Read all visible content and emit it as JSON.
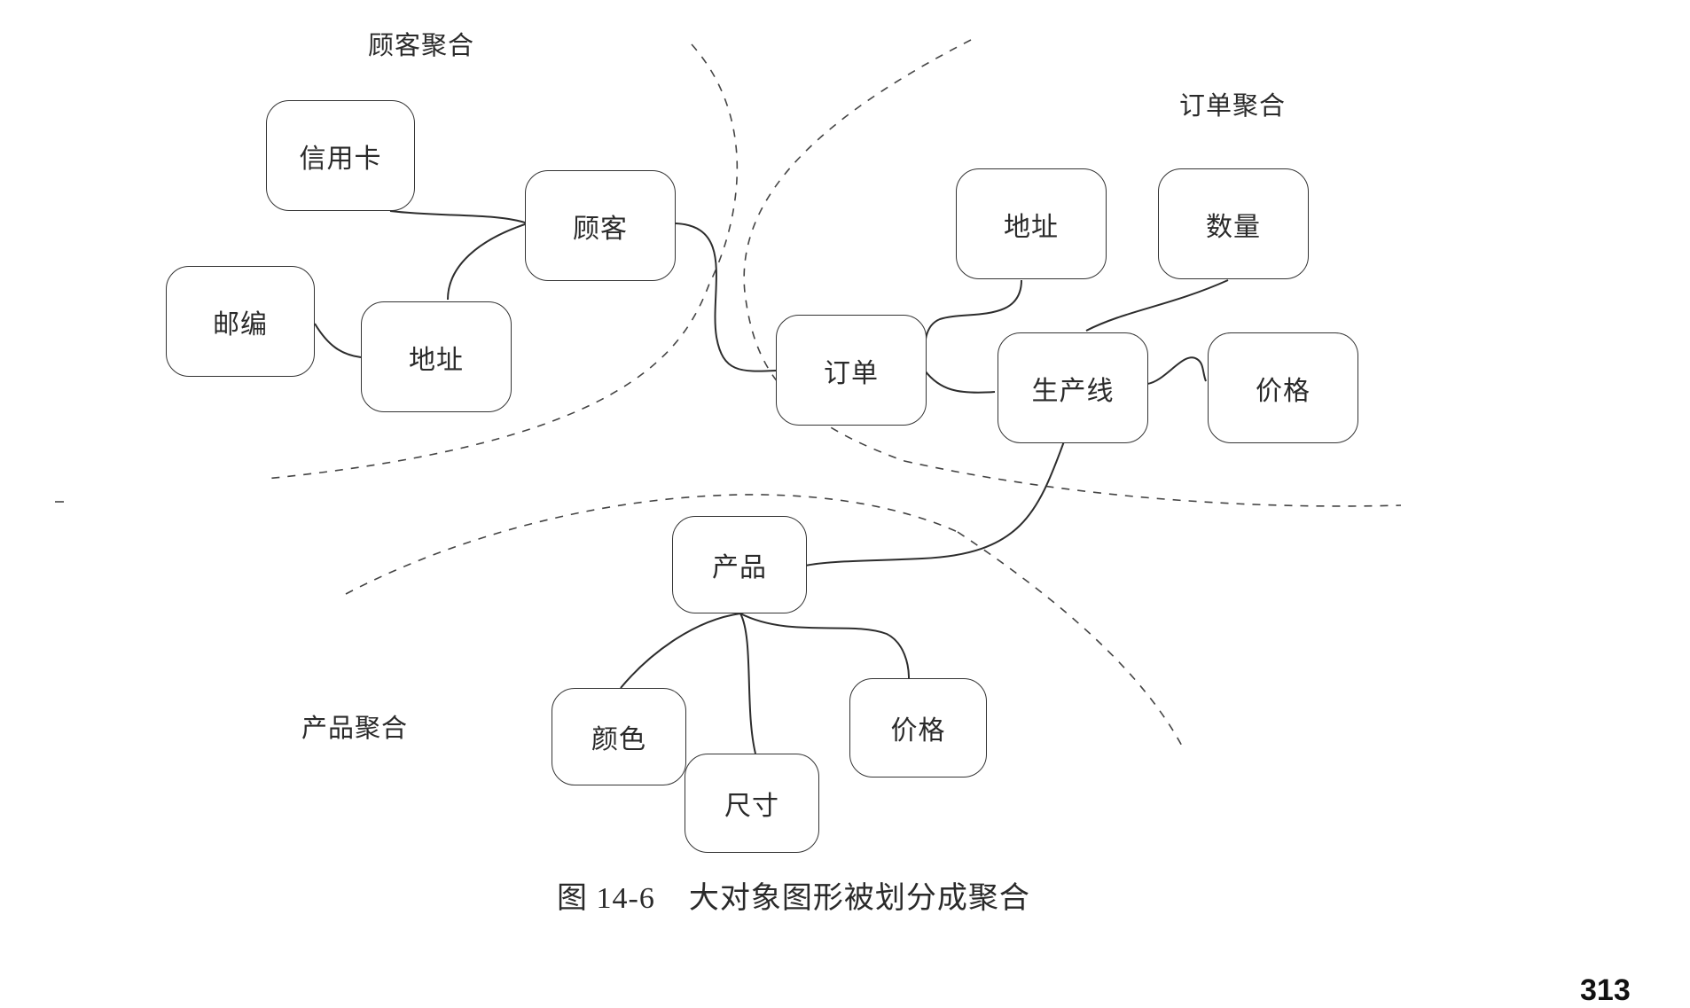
{
  "regions": {
    "customer": "顾客聚合",
    "order": "订单聚合",
    "product": "产品聚合"
  },
  "nodes": {
    "credit_card": "信用卡",
    "customer": "顾客",
    "zip_code": "邮编",
    "customer_address": "地址",
    "order": "订单",
    "order_address": "地址",
    "quantity": "数量",
    "line_item": "生产线",
    "line_item_price": "价格",
    "product": "产品",
    "color": "颜色",
    "size": "尺寸",
    "product_price": "价格"
  },
  "caption": {
    "figure_number": "图 14-6",
    "title": "大对象图形被划分成聚合"
  },
  "page_number": "313"
}
